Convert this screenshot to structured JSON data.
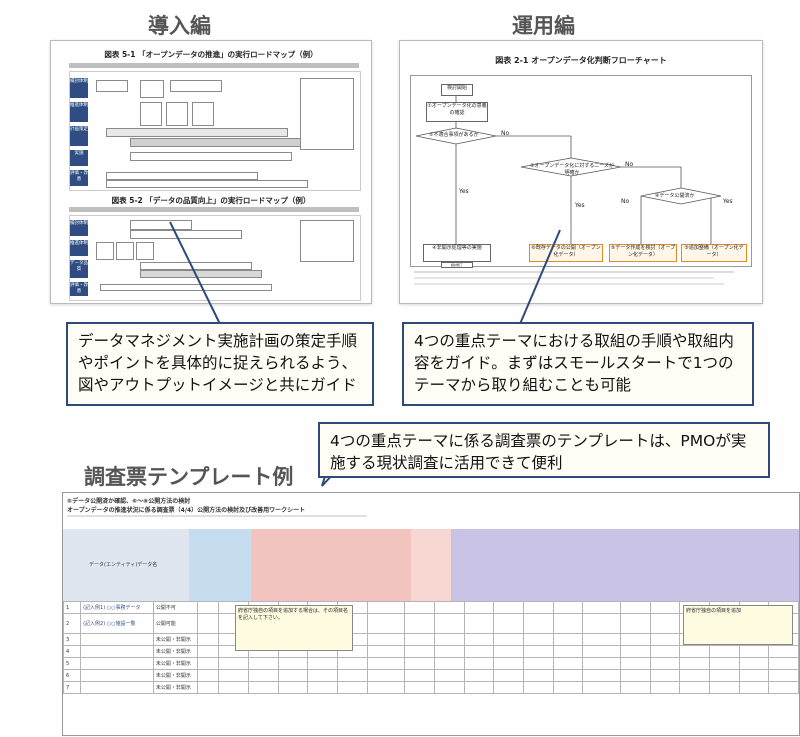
{
  "headings": {
    "intro": "導入編",
    "operation": "運用編",
    "template": "調査票テンプレート例"
  },
  "intro_doc": {
    "fig1_title": "図表 5-1 「オープンデータの推進」の実行ロードマップ（例）",
    "fig2_title": "図表 5-2 「データの品質向上」の実行ロードマップ（例）",
    "fig1_rows": [
      "検討体制",
      "推進体制",
      "計画策定",
      "実施",
      "評価・改善"
    ],
    "fig2_rows": [
      "検討体制",
      "推進体制",
      "データ品質",
      "評価・改善"
    ]
  },
  "operation_doc": {
    "fig_title": "図表 2-1 オープンデータ化判断フローチャート",
    "nodes": {
      "start": "検討開始",
      "step1": "①オープンデータ化の意義の確認",
      "q2": "②不適合事項があるか",
      "q3": "③オープンデータ化に対するニーズが明確か",
      "q4": "④データ公開済か",
      "r1": "④非開示処理等の実施",
      "r2": "⑥既存データの公開（オープン化データ）",
      "r3": "⑤データ作成を検討（オープン化データ）",
      "r4": "⑤追加整備（オープン化データ）",
      "end": "検討終了"
    },
    "labels": {
      "yes": "Yes",
      "no": "No"
    }
  },
  "callouts": {
    "intro": "データマネジメント実施計画の策定手順やポイントを具体的に捉えられるよう、図やアウトプットイメージと共にガイド",
    "operation": "4つの重点テーマにおける取組の手順や取組内容をガイド。まずはスモールスタートで1つのテーマから取り組むことも可能",
    "template": "4つの重点テーマに係る調査票のテンプレートは、PMOが実施する現状調査に活用できて便利"
  },
  "sheet": {
    "title1": "⑤データ公開済か確認、⑥～⑧公開方法の検討",
    "title2": "オープンデータの推進状況に係る調査票（4/4）公開方法の検討及び改善用ワークシート",
    "col_header": "データ(エンティティ)データ名",
    "rows": [
      [
        "1",
        "(記入例1) ○○事務データ",
        "公開不可"
      ],
      [
        "2",
        "(記入例2) ○○施設一覧",
        "公開可能"
      ],
      [
        "3",
        "",
        "未公開・非開示"
      ],
      [
        "4",
        "",
        "未公開・非開示"
      ],
      [
        "5",
        "",
        "未公開・非開示"
      ],
      [
        "6",
        "",
        "未公開・非開示"
      ],
      [
        "7",
        "",
        "未公開・非開示"
      ]
    ],
    "note1": "府省庁独自の項目を追加する場合は、その項目名を記入して下さい。",
    "note2": "府省庁独自の項目を追加"
  },
  "colors": {
    "navy": "#2f4d82",
    "callout_border": "#2c4a7a",
    "orange": "#e28b25",
    "sheet_pink": "#f3c3c0",
    "sheet_purple": "#c9c3e6",
    "sheet_blue": "#c6dcef"
  }
}
